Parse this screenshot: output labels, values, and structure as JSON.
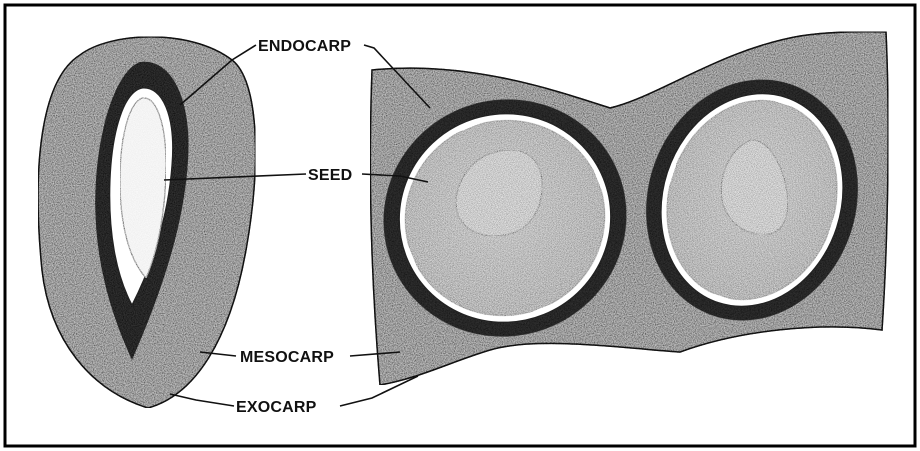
{
  "labels": {
    "endocarp": "ENDOCARP",
    "seed": "SEED",
    "mesocarp": "MESOCARP",
    "exocarp": "EXOCARP"
  },
  "colors": {
    "frame": "#000000",
    "mesocarp_fill": "#d8d8d8",
    "endocarp_fill": "#3a3a3a",
    "seed_coat": "#ffffff",
    "seed_fill": "#7a7a7a",
    "embryo_fill": "#9a9a9a"
  }
}
